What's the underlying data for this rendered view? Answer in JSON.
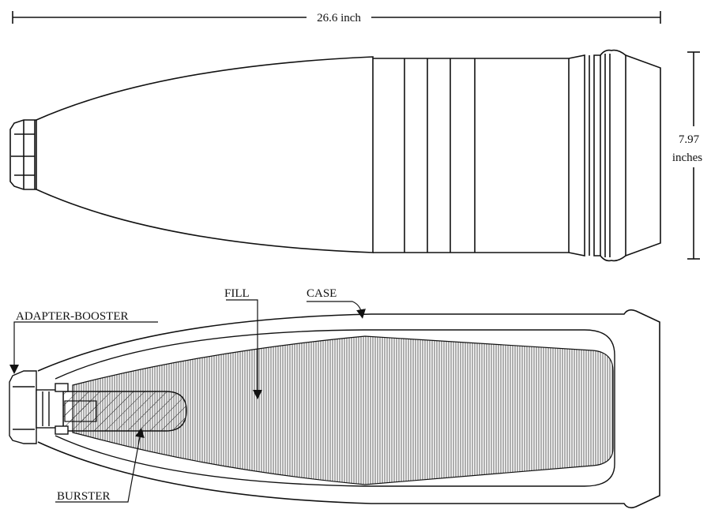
{
  "dimensions": {
    "length_label": "26.6 inch",
    "diameter_value": "7.97",
    "diameter_unit": "inches"
  },
  "labels": {
    "adapter_booster": "ADAPTER-BOOSTER",
    "fill": "FILL",
    "case": "CASE",
    "burster": "BURSTER"
  },
  "colors": {
    "line": "#111111",
    "background": "#ffffff"
  }
}
